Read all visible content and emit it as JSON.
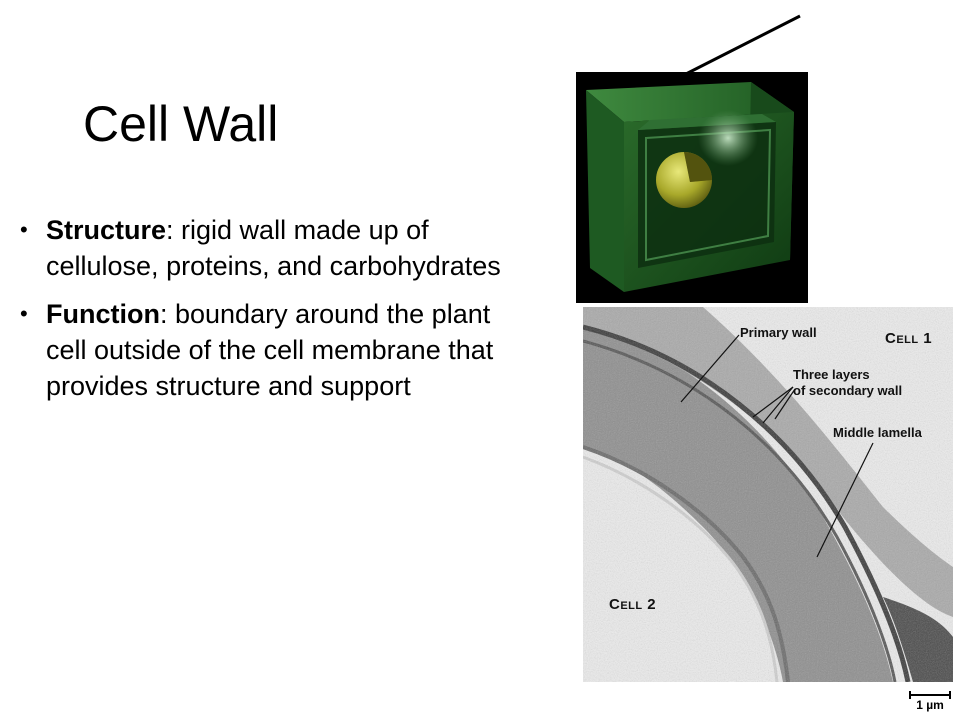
{
  "slide": {
    "title": "Cell Wall",
    "bullets": [
      {
        "term": "Structure",
        "text": ": rigid wall made up of cellulose, proteins, and carbohydrates"
      },
      {
        "term": "Function",
        "text": ": boundary around the plant cell outside of the cell membrane that provides structure and support"
      }
    ]
  },
  "micrograph": {
    "labels": {
      "primary_wall": "Primary wall",
      "three_layers": "Three layers",
      "secondary_wall": "of secondary wall",
      "middle_lamella": "Middle lamella",
      "cell1": "Cell 1",
      "cell2": "Cell 2"
    },
    "scale_bar": "1 µm"
  },
  "colors": {
    "cell_render_bg": "#000000",
    "cell_wall_green": "#2f7a2f",
    "organelle_yellow": "#c8c83a"
  }
}
